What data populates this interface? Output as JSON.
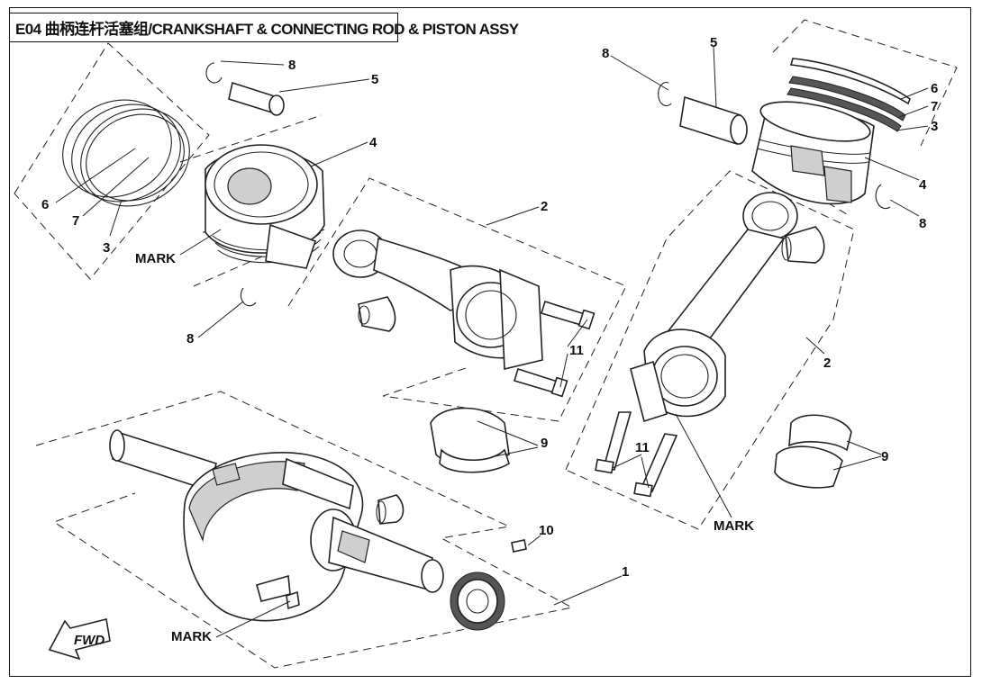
{
  "title": "E04 曲柄连杆活塞组/CRANKSHAFT & CONNECTING ROD & PISTON ASSY",
  "callouts": {
    "c1": "1",
    "c2a": "2",
    "c2b": "2",
    "c3a": "3",
    "c3b": "3",
    "c4a": "4",
    "c4b": "4",
    "c5a": "5",
    "c5b": "5",
    "c6a": "6",
    "c6b": "6",
    "c7a": "7",
    "c7b": "7",
    "c8a": "8",
    "c8b": "8",
    "c8c": "8",
    "c8d": "8",
    "c9a": "9",
    "c9b": "9",
    "c10": "10",
    "c11a": "11",
    "c11b": "11",
    "mark1": "MARK",
    "mark2": "MARK",
    "mark3": "MARK"
  },
  "fwd_label": "FWD"
}
